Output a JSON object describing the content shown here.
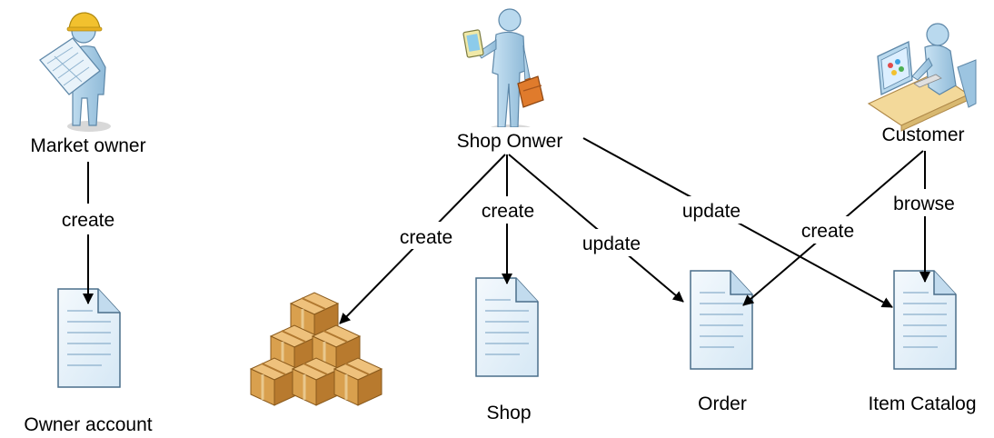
{
  "actors": {
    "market_owner": "Market owner",
    "shop_owner": "Shop Onwer",
    "customer": "Customer"
  },
  "documents": {
    "owner_account": "Owner account",
    "shop": "Shop",
    "order": "Order",
    "item_catalog": "Item Catalog"
  },
  "edges": {
    "market_create": "create",
    "shop_create_boxes": "create",
    "shop_create_shop": "create",
    "shop_update_order": "update",
    "shop_update_catalog": "update",
    "customer_create_order": "create",
    "customer_browse": "browse"
  },
  "colors": {
    "person": "#a9cfe8",
    "person_dark": "#6c97b8",
    "document": "#eaf4fb",
    "box": "#d9a04e",
    "box_dark": "#a86a20",
    "helmet": "#f2c12e",
    "briefcase": "#e07b2c"
  },
  "icons": {
    "market_owner": "engineer-with-blueprint-icon",
    "shop_owner": "businessman-with-briefcase-icon",
    "customer": "person-at-computer-icon",
    "boxes": "stacked-boxes-icon",
    "document": "document-icon"
  }
}
